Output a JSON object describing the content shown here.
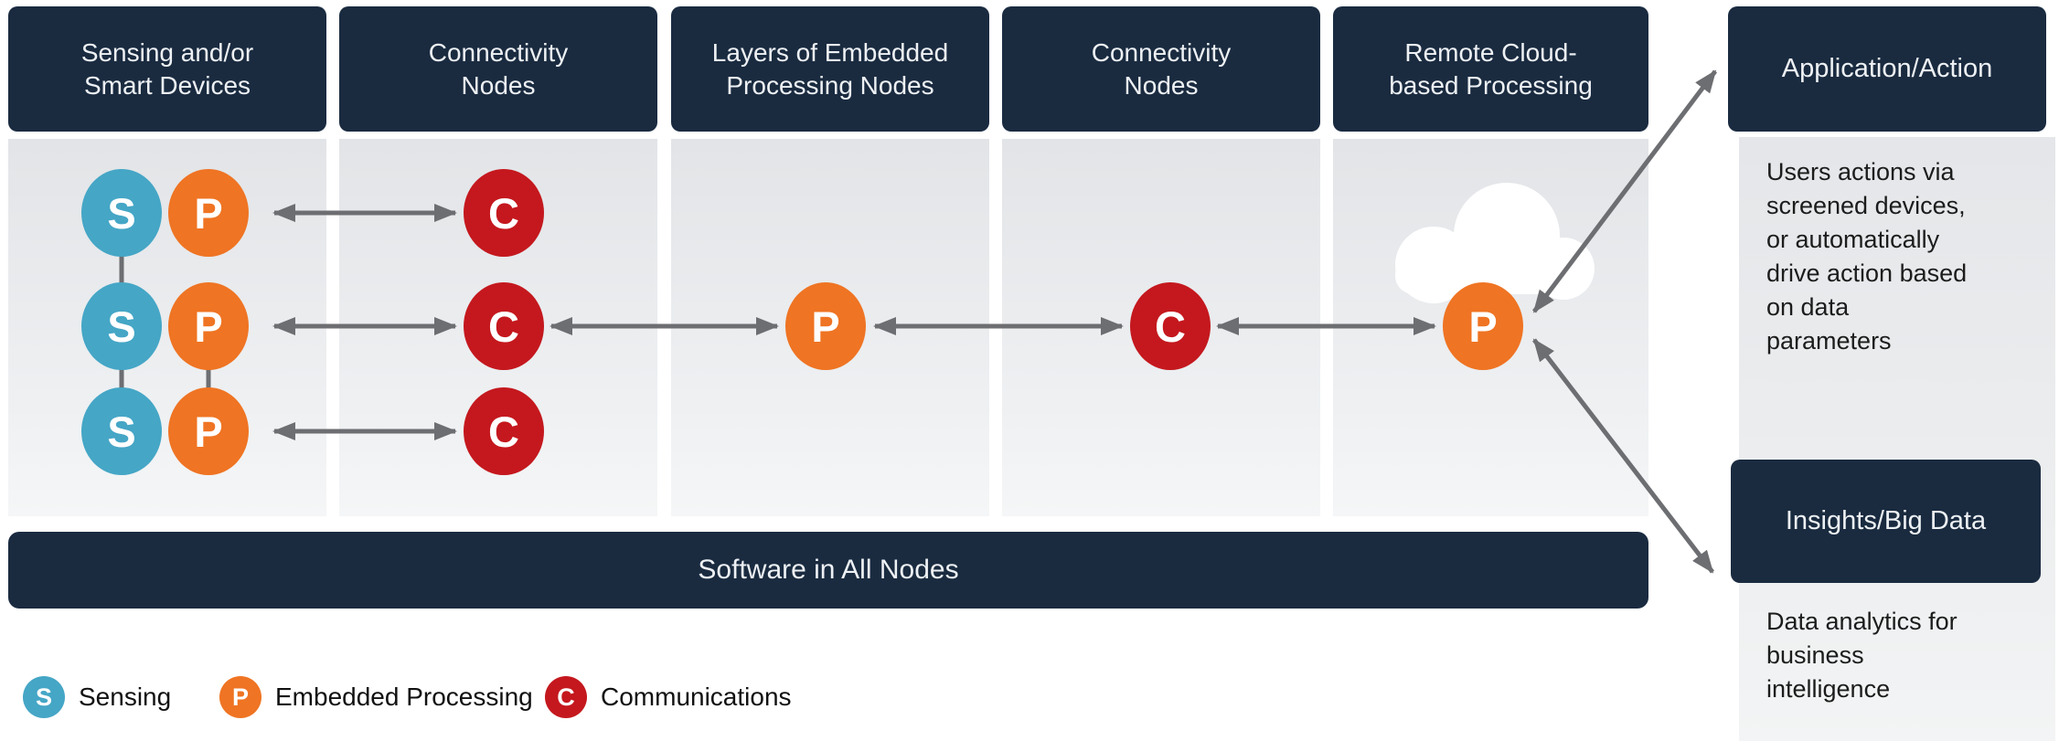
{
  "diagram": {
    "columns": [
      {
        "title": "Sensing and/or Smart Devices"
      },
      {
        "title": "Connectivity Nodes"
      },
      {
        "title": "Layers of Embedded Processing Nodes"
      },
      {
        "title": "Connectivity Nodes"
      },
      {
        "title": "Remote Cloud-based Processing"
      }
    ],
    "software_bar_label": "Software in All Nodes",
    "node_types": {
      "sensing": {
        "letter": "S",
        "label": "Sensing",
        "color": "#45a6c6"
      },
      "embedded_processing": {
        "letter": "P",
        "label": "Embedded Processing",
        "color": "#ef7423"
      },
      "communications": {
        "letter": "C",
        "label": "Communications",
        "color": "#c4181e"
      }
    },
    "outputs": {
      "application": {
        "title": "Application/Action",
        "description": "Users actions via\nscreened devices,\nor automatically\ndrive action based\non data\nparameters"
      },
      "insights": {
        "title": "Insights/Big Data",
        "description": "Data analytics for\nbusiness\nintelligence"
      }
    },
    "colors": {
      "header_bg": "#1a2b40",
      "band_top": "#e2e4e7",
      "band_bottom": "#f5f6f7",
      "arrow": "#6d6e71",
      "cloud": "#ffffff",
      "text": "#1c1c1c"
    }
  }
}
